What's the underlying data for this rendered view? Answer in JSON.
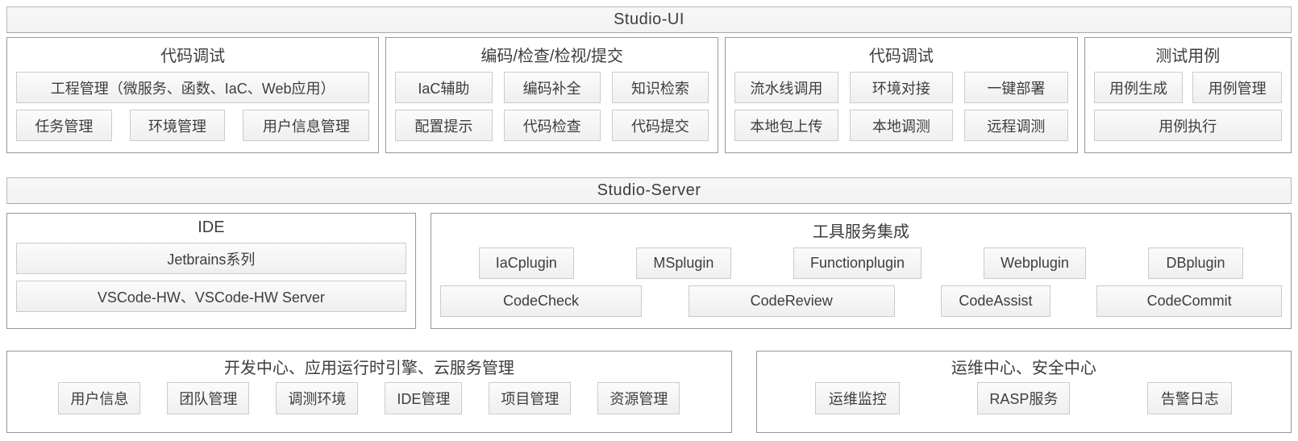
{
  "bars": {
    "studio_ui": "Studio-UI",
    "studio_server": "Studio-Server"
  },
  "row1": {
    "debug_left": {
      "title": "代码调试",
      "wide_item": "工程管理（微服务、函数、IaC、Web应用）",
      "items": [
        "任务管理",
        "环境管理",
        "用户信息管理"
      ]
    },
    "coding": {
      "title": "编码/检查/检视/提交",
      "items": [
        "IaC辅助",
        "编码补全",
        "知识检索",
        "配置提示",
        "代码检查",
        "代码提交"
      ]
    },
    "debug_right": {
      "title": "代码调试",
      "items": [
        "流水线调用",
        "环境对接",
        "一键部署",
        "本地包上传",
        "本地调测",
        "远程调测"
      ]
    },
    "test_cases": {
      "title": "测试用例",
      "items": [
        "用例生成",
        "用例管理"
      ],
      "wide_item": "用例执行"
    }
  },
  "row2": {
    "ide": {
      "title": "IDE",
      "items": [
        "Jetbrains系列",
        "VSCode-HW、VSCode-HW Server"
      ]
    },
    "tool_services": {
      "title": "工具服务集成",
      "plugins": [
        "IaCplugin",
        "MSplugin",
        "Functionplugin",
        "Webplugin",
        "DBplugin"
      ],
      "services": [
        "CodeCheck",
        "CodeReview",
        "CodeAssist",
        "CodeCommit"
      ]
    }
  },
  "row3": {
    "dev_center": {
      "title": "开发中心、应用运行时引擎、云服务管理",
      "items": [
        "用户信息",
        "团队管理",
        "调测环境",
        "IDE管理",
        "项目管理",
        "资源管理"
      ]
    },
    "ops_center": {
      "title": "运维中心、安全中心",
      "items": [
        "运维监控",
        "RASP服务",
        "告警日志"
      ]
    }
  },
  "colors": {
    "panel_border": "#979797",
    "item_border": "#cbcbcb",
    "item_bg": "#f5f5f5",
    "bar_bg": "#f4f4f4",
    "text": "#3d3d3d",
    "background": "#ffffff"
  }
}
